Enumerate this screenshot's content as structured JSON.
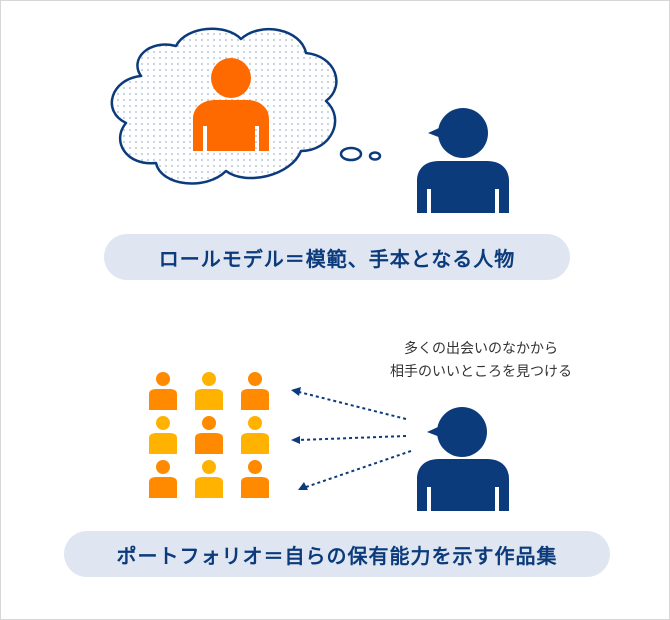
{
  "labels": {
    "role_model": "ロールモデル＝模範、手本となる人物",
    "portfolio": "ポートフォリオ＝自らの保有能力を示す作品集"
  },
  "caption": {
    "line1": "多くの出会いのなかから",
    "line2": "相手のいいところを見つける"
  },
  "colors": {
    "navy": "#0c3b7c",
    "orange": "#ff6a00",
    "orange_alt": "#ff8a00",
    "yellow_orange": "#ffb300",
    "pill_bg": "#dfe6f1",
    "cloud_dots": "#9db8d8"
  },
  "crowd": {
    "rows": 3,
    "columns": 3,
    "colors": [
      "orange_alt",
      "yellow_orange",
      "orange_alt",
      "yellow_orange",
      "orange_alt",
      "yellow_orange",
      "orange_alt",
      "yellow_orange",
      "orange_alt"
    ]
  },
  "icons": [
    "person-icon",
    "thought-bubble-icon",
    "dotted-arrow-icon"
  ]
}
